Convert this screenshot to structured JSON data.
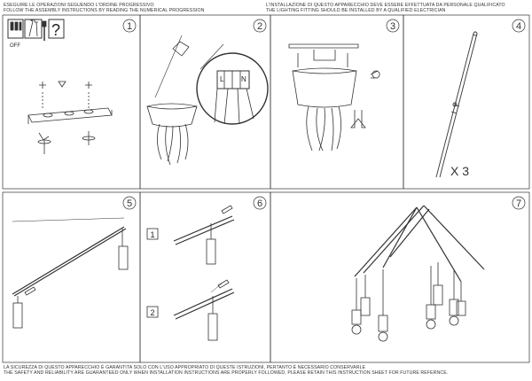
{
  "header": {
    "left_line1": "ESEGUIRE LE OPERAZIONI SEGUENDO L'ORDINE PROGRESSIVO",
    "left_line2": "FOLLOW THE ASSEMBLY INSTRUCTIONS BY READING THE NUMERICAL PROGRESSION",
    "right_line1": "L'INSTALLAZIONE DI QUESTO APPARECCHIO DEVE ESSERE EFFETTUATA DA PERSONALE QUALIFICATO",
    "right_line2": "THE LIGHTING FITTING SHOULD BE INSTALLED BY A QUALIFIED ELECTRICIAN"
  },
  "footer": {
    "line1": "LA SICUREZZA DI QUESTO APPARECCHIO È GARANTITA SOLO CON L'USO APPROPRIATO DI QUESTE ISTRUZIONI, PERTANTO È NECESSARIO CONSERVARLE",
    "line2": "THE SAFETY AND RELIABILITY ARE GUARANTEED ONLY WHEN INSTALLATION INSTRUCTIONS ARE PROPERLY FOLLOWED, PLEASE RETAIN THIS INSTRUCTION SHEET FOR FUTURE REFERNCE."
  },
  "panels": [
    {
      "step": "1",
      "icons": {
        "off_label": "OFF",
        "question": "?"
      }
    },
    {
      "step": "2",
      "wiring": {
        "l": "L",
        "n": "N"
      }
    },
    {
      "step": "3"
    },
    {
      "step": "4",
      "quantity": "X 3"
    },
    {
      "step": "5"
    },
    {
      "step": "6",
      "sub_steps": [
        "1",
        "2"
      ]
    },
    {
      "step": "7"
    }
  ],
  "colors": {
    "line": "#333333",
    "paper": "#ffffff",
    "frame": "#555555"
  }
}
